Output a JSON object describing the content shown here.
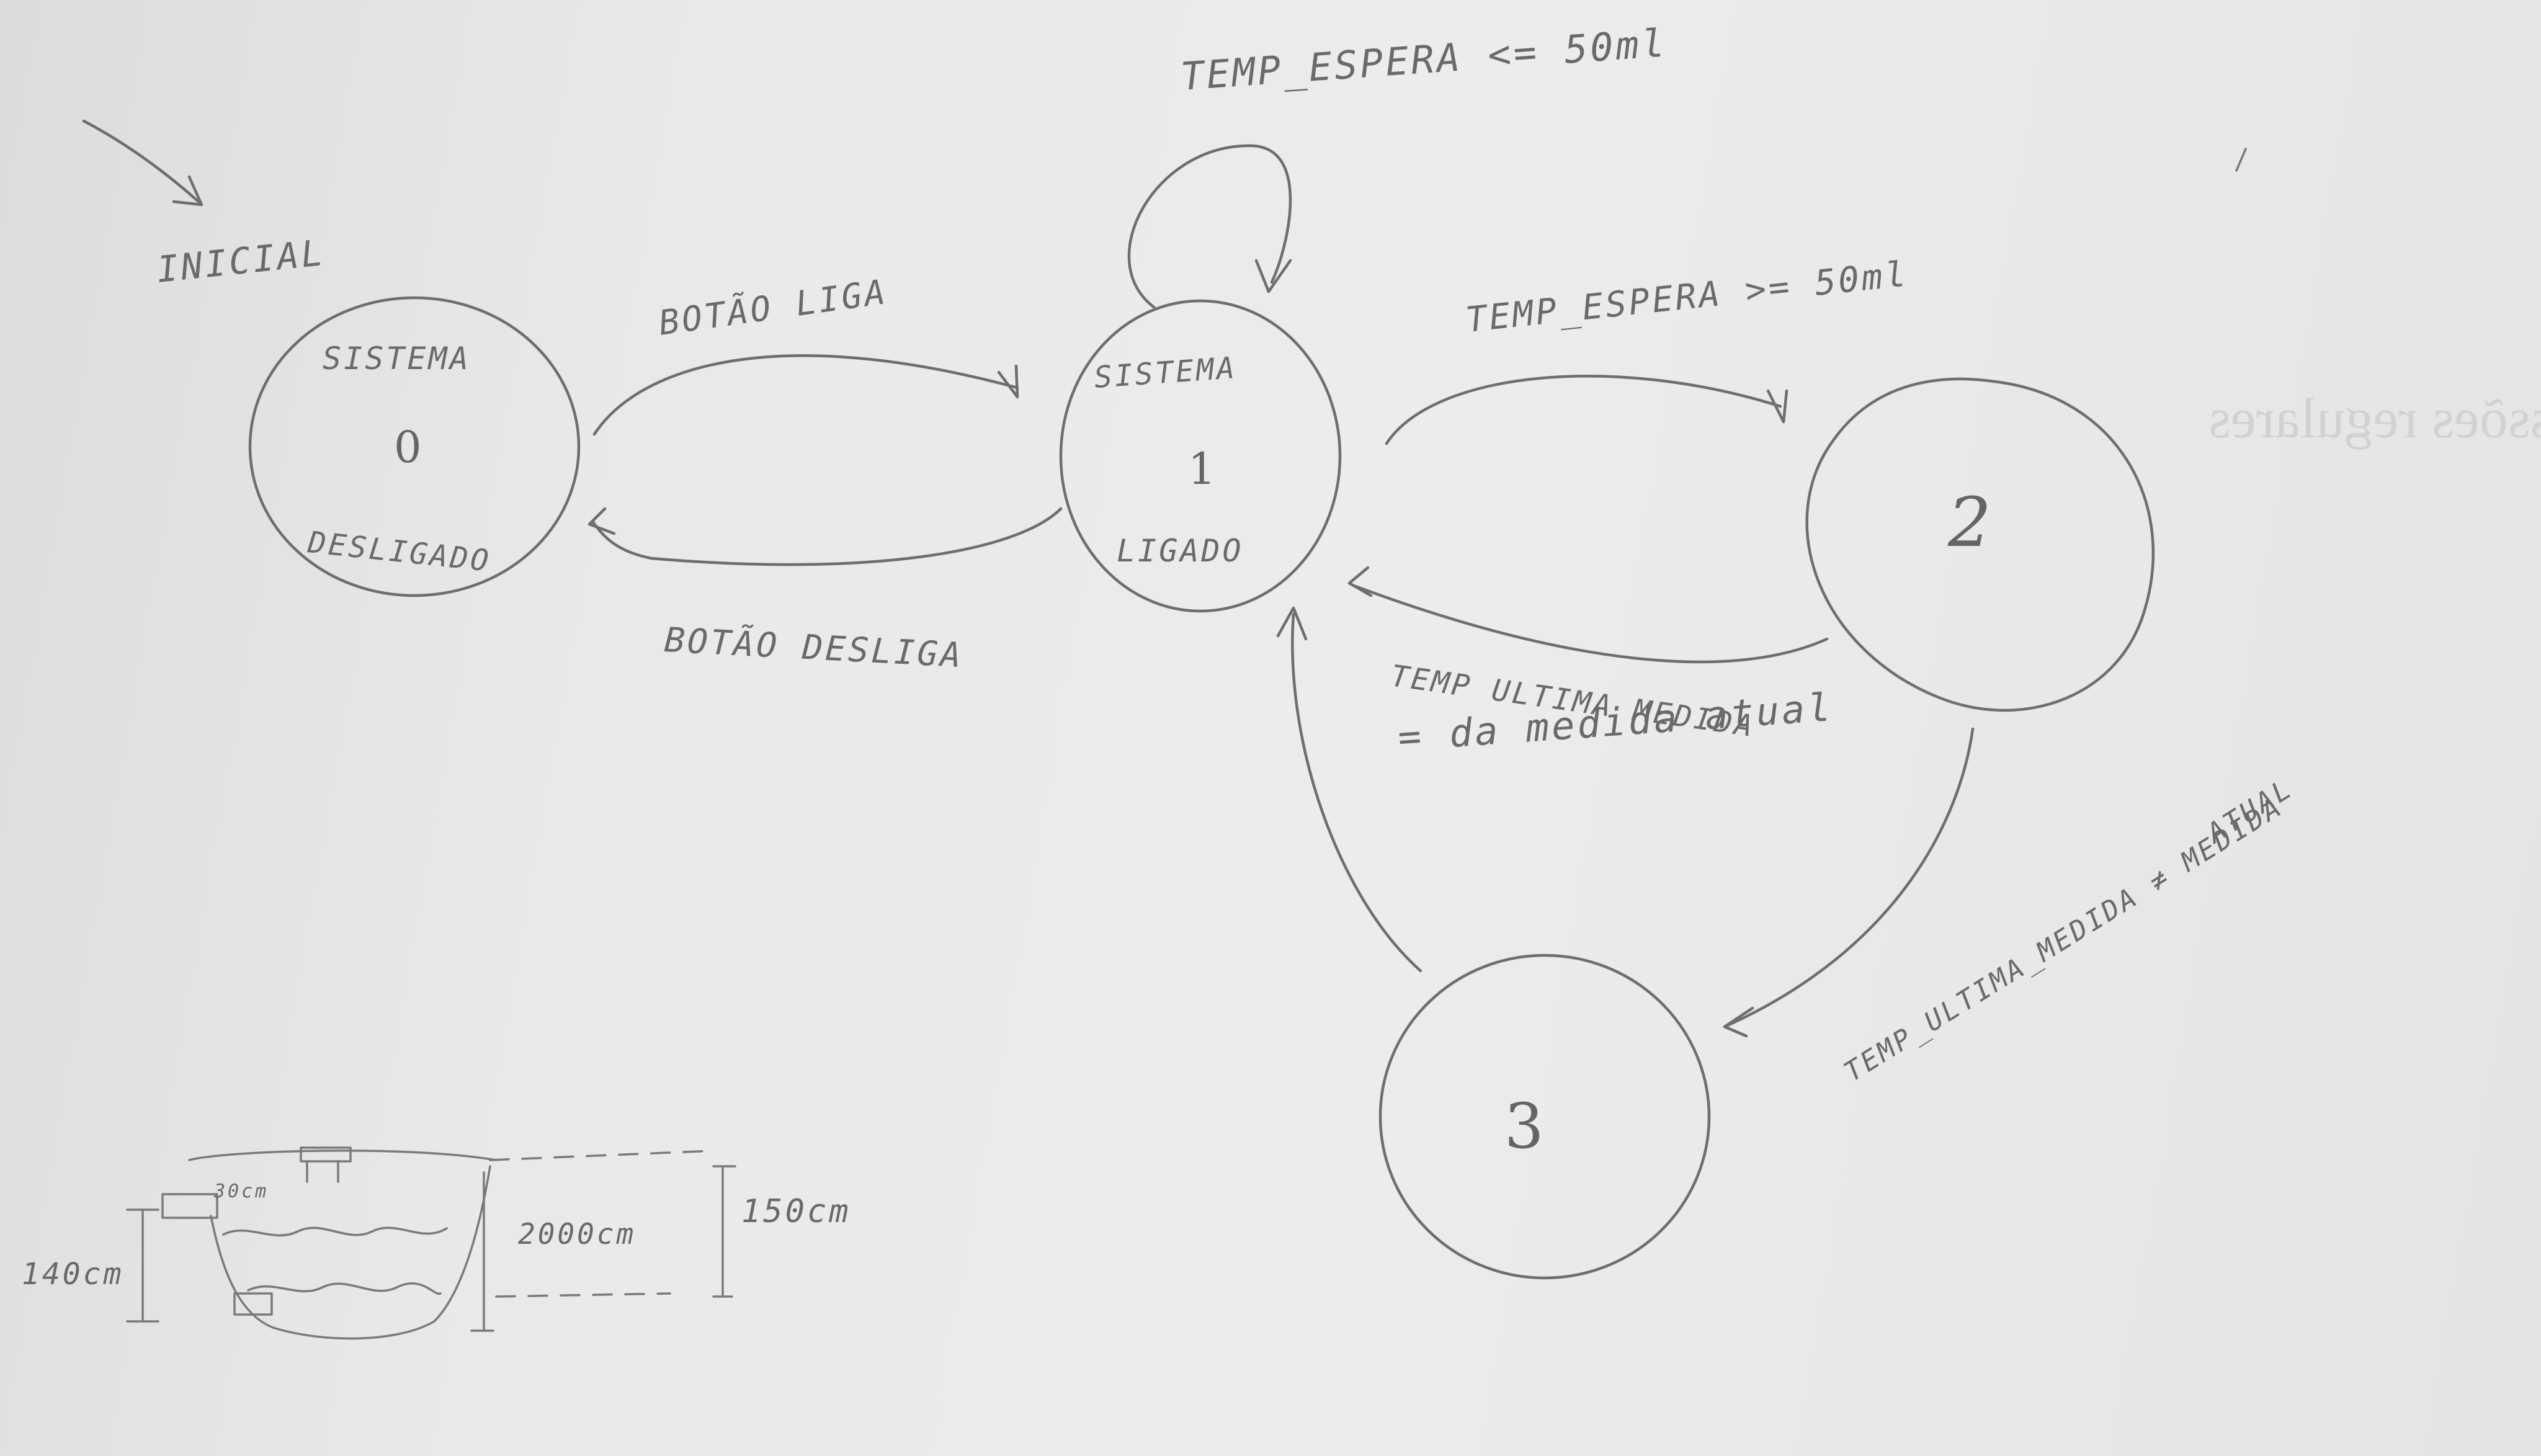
{
  "initial_label": "INICIAL",
  "states": [
    {
      "number": "0",
      "top_text": "SISTEMA",
      "bottom_text": "DESLIGADO"
    },
    {
      "number": "1",
      "top_text": "SISTEMA",
      "bottom_text": "LIGADO"
    },
    {
      "number": "2",
      "top_text": "",
      "bottom_text": ""
    },
    {
      "number": "3",
      "top_text": "",
      "bottom_text": ""
    }
  ],
  "transitions": {
    "self_loop_1": "TEMP_ESPERA <= 50ml",
    "t0_to_1": "BOTÃO LIGA",
    "t1_to_0": "BOTÃO DESLIGA",
    "t1_to_2": "TEMP_ESPERA >= 50ml",
    "t2_to_1_line1": "TEMP ULTIMA MEDIDA",
    "t2_to_1_line2": "= da medida atual",
    "t2_to_3_line1": "TEMP_ULTIMA_MEDIDA ≠ MEDIDA",
    "t2_to_3_line2": "ATUAL"
  },
  "tank_sketch": {
    "label_left": "140cm",
    "label_middle": "2000cm",
    "label_right": "150cm",
    "label_small": "30cm"
  },
  "bleed_through": {
    "heading": "Expressões regulares"
  }
}
